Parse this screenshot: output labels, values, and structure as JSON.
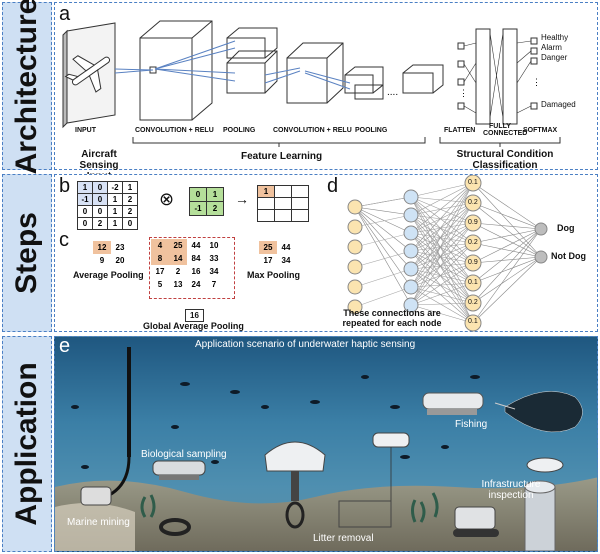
{
  "bands": {
    "architecture": "Architecture",
    "steps": "Steps",
    "application": "Application"
  },
  "panel_a": {
    "letter": "a",
    "stages": [
      "INPUT",
      "CONVOLUTION + RELU",
      "POOLING",
      "CONVOLUTION + RELU",
      "POOLING",
      "FLATTEN",
      "FULLY CONNECTED",
      "SOFTMAX"
    ],
    "input_caption": "Aircraft Sensing Input",
    "feature_caption": "Feature Learning",
    "classification_caption": "Structural Condition Classification",
    "classes": [
      "Healthy",
      "Alarm",
      "Danger",
      "Damaged"
    ],
    "dots": "⋮",
    "ellipsis": "...."
  },
  "panel_b": {
    "letter": "b",
    "input": [
      [
        "1",
        "0",
        "-2",
        "1"
      ],
      [
        "-1",
        "0",
        "1",
        "2"
      ],
      [
        "0",
        "0",
        "1",
        "2"
      ],
      [
        "0",
        "2",
        "1",
        "0"
      ]
    ],
    "kernel": [
      [
        "0",
        "1"
      ],
      [
        "-1",
        "2"
      ]
    ],
    "output_first": "1",
    "conv_symbol": "⊗",
    "arrow": "→"
  },
  "panel_c": {
    "letter": "c",
    "avg": [
      [
        "12",
        "23"
      ],
      [
        "9",
        "20"
      ]
    ],
    "matrix": [
      [
        "4",
        "25",
        "44",
        "10"
      ],
      [
        "8",
        "14",
        "84",
        "33"
      ],
      [
        "17",
        "2",
        "16",
        "34"
      ],
      [
        "5",
        "13",
        "24",
        "7"
      ]
    ],
    "max": [
      [
        "25",
        "44"
      ],
      [
        "17",
        "34"
      ]
    ],
    "gap": "16",
    "avg_caption": "Average Pooling",
    "max_caption": "Max Pooling",
    "gap_caption": "Global Average Pooling"
  },
  "panel_d": {
    "letter": "d",
    "weights": [
      "0.1",
      "0.2",
      "0.9",
      "0.2",
      "0.9",
      "0.1",
      "0.2",
      "0.1"
    ],
    "outputs": [
      "Dog",
      "Not Dog"
    ],
    "caption": "These connections are repeated for each node"
  },
  "panel_e": {
    "letter": "e",
    "title": "Application scenario of underwater haptic sensing",
    "labels": {
      "fishing": "Fishing",
      "bio": "Biological sampling",
      "infra": "Infrastructure inspection",
      "mining": "Marine mining",
      "litter": "Litter removal"
    }
  },
  "colors": {
    "band": "#cfe0f3",
    "border": "#4a7fc4",
    "conv": "#5a82c2",
    "green": "#b5df9a",
    "orange": "#f0c29e",
    "node_yellow": "#fbe4b0",
    "node_blue": "#cfe3f5"
  }
}
